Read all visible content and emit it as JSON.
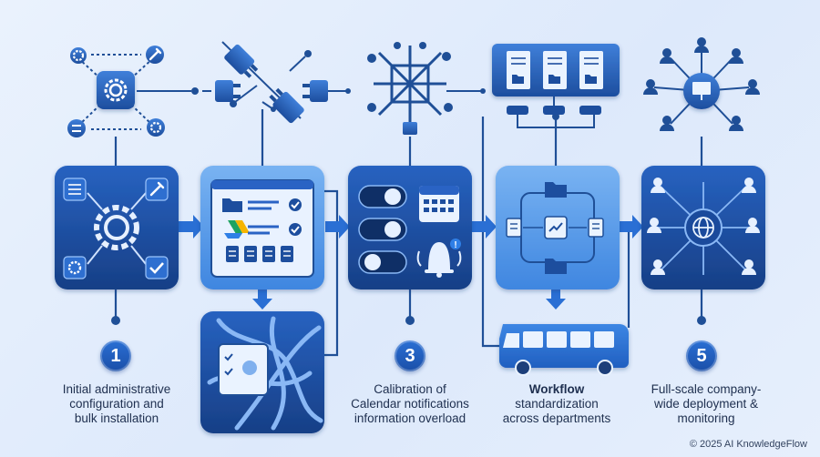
{
  "colors": {
    "background": "#e4eefb",
    "tile_dark": "#1d4e9e",
    "tile_mid": "#2a6fd4",
    "tile_light": "#5fa0ec",
    "line": "#1f4f97",
    "icon_light": "#dbe9ff"
  },
  "steps": [
    {
      "number": "1",
      "caption_lines": [
        "Initial administrative",
        "configuration and",
        "bulk installation"
      ],
      "bold": false,
      "icons": [
        "gear-icon",
        "wrench-icon",
        "sliders-icon",
        "checkmark-icon"
      ]
    },
    {
      "number": "",
      "caption_lines": [],
      "bold": false,
      "icons": [
        "folder-icon",
        "google-drive-icon",
        "document-icon",
        "checkmark-icon",
        "connector-plug-icon"
      ]
    },
    {
      "number": "3",
      "caption_lines": [
        "Calibration of",
        "Calendar notifications",
        "information overload"
      ],
      "bold": false,
      "icons": [
        "toggle-switch-icon",
        "calendar-icon",
        "bell-icon",
        "network-icon"
      ]
    },
    {
      "number": "",
      "caption_lines": [
        "Workflow",
        "standardization",
        "across departments"
      ],
      "bold": true,
      "icons": [
        "folder-icon",
        "document-icon",
        "workflow-icon",
        "bus-icon",
        "server-panel-icon"
      ]
    },
    {
      "number": "5",
      "caption_lines": [
        "Full-scale company-",
        "wide deployment &",
        "monitoring"
      ],
      "bold": false,
      "icons": [
        "globe-icon",
        "user-icon",
        "presentation-icon"
      ]
    }
  ],
  "footer": "© 2025 AI KnowledgeFlow"
}
